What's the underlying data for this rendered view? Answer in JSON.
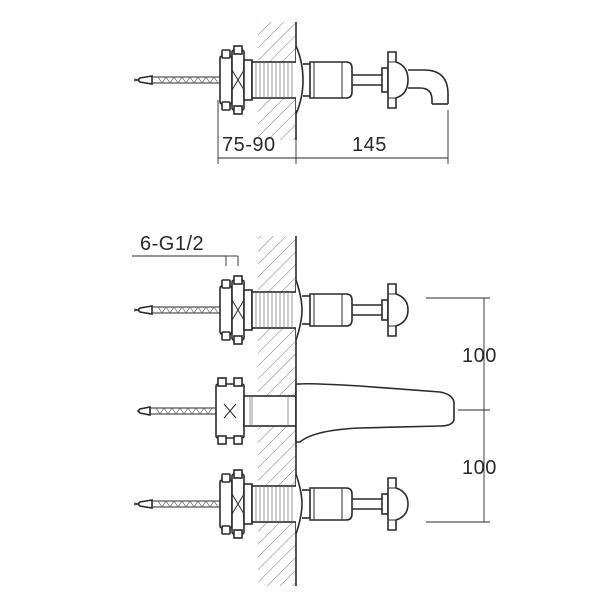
{
  "drawing": {
    "dimensions": {
      "wall_depth": "75-90",
      "spout_reach": "145",
      "thread": "6-G1/2",
      "upper_spacing": "100",
      "lower_spacing": "100"
    },
    "colors": {
      "line": "#2a2a2a",
      "background": "#ffffff"
    }
  }
}
